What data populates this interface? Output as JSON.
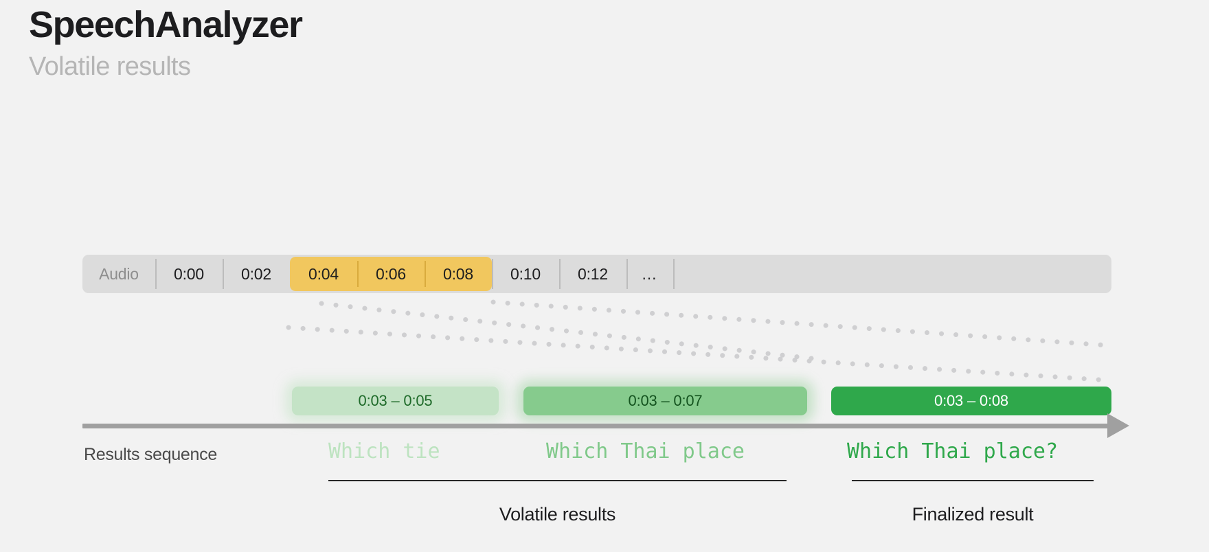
{
  "header": {
    "title": "SpeechAnalyzer",
    "subtitle": "Volatile results"
  },
  "audio_timeline": {
    "label": "Audio",
    "ticks": [
      "0:00",
      "0:02",
      "0:04",
      "0:06",
      "0:08",
      "0:10",
      "0:12"
    ],
    "overflow_label": "…",
    "highlighted_ticks": [
      "0:04",
      "0:06",
      "0:08"
    ],
    "highlight_color": "#f1c75e",
    "track_color": "#dcdcdc"
  },
  "results": [
    {
      "range": "0:03 – 0:05",
      "transcript": "Which tie",
      "bar_color": "#c4e3c6",
      "text_color": "#bde3c0",
      "state": "volatile"
    },
    {
      "range": "0:03 – 0:07",
      "transcript": "Which Thai place",
      "bar_color": "#86cb8d",
      "text_color": "#80c98a",
      "state": "volatile"
    },
    {
      "range": "0:03 – 0:08",
      "transcript": "Which Thai place?",
      "bar_color": "#2fa84b",
      "text_color": "#2fa84b",
      "state": "finalized"
    }
  ],
  "sequence": {
    "axis_label": "Results sequence"
  },
  "captions": {
    "volatile": "Volatile results",
    "finalized": "Finalized result"
  }
}
